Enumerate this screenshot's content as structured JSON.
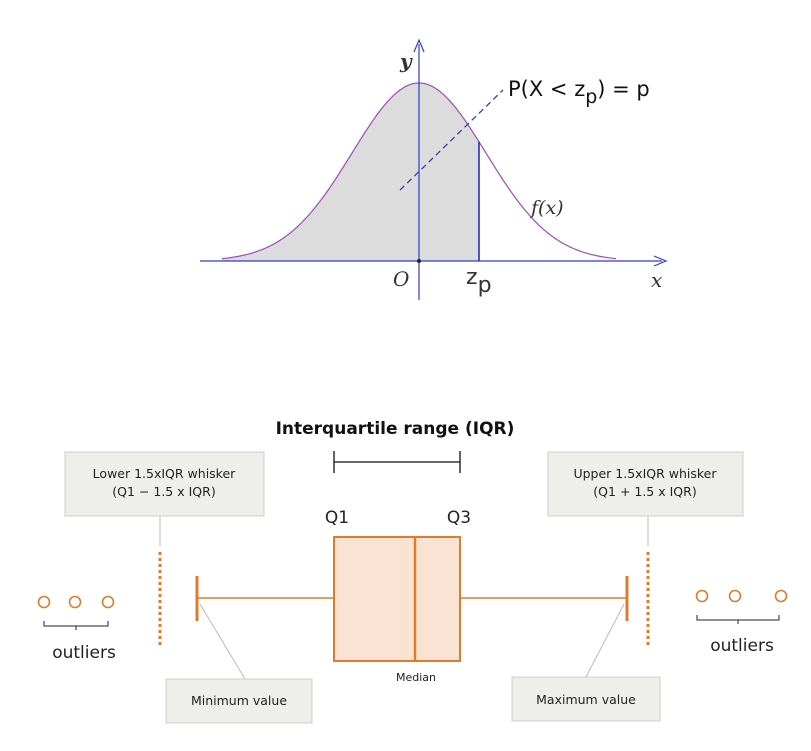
{
  "normal_diagram": {
    "y_axis_label": "y",
    "x_axis_label": "x",
    "origin_label": "O",
    "zp_label_base": "z",
    "zp_label_sub": "p",
    "formula_prefix": "P(X < z",
    "formula_sub": "p",
    "formula_suffix": ") = p",
    "curve_label": "f(x)",
    "colors": {
      "curve": "#a24ab6",
      "axis": "#2f3ec9",
      "shade": "#dcdcdc"
    }
  },
  "boxplot_diagram": {
    "iqr_title": "Interquartile range (IQR)",
    "q1_label": "Q1",
    "q3_label": "Q3",
    "median_label": "Median",
    "lower_whisker_line1": "Lower 1.5xIQR whisker",
    "lower_whisker_line2": "(Q1 − 1.5 x IQR)",
    "upper_whisker_line1": "Upper 1.5xIQR whisker",
    "upper_whisker_line2": "(Q1 + 1.5 x IQR)",
    "min_label": "Minimum value",
    "max_label": "Maximum value",
    "outliers_left_label": "outliers",
    "outliers_right_label": "outliers",
    "colors": {
      "accent": "#e07b2b",
      "box_fill": "#fbe3d3",
      "callout_fill": "#eeeeea"
    }
  }
}
